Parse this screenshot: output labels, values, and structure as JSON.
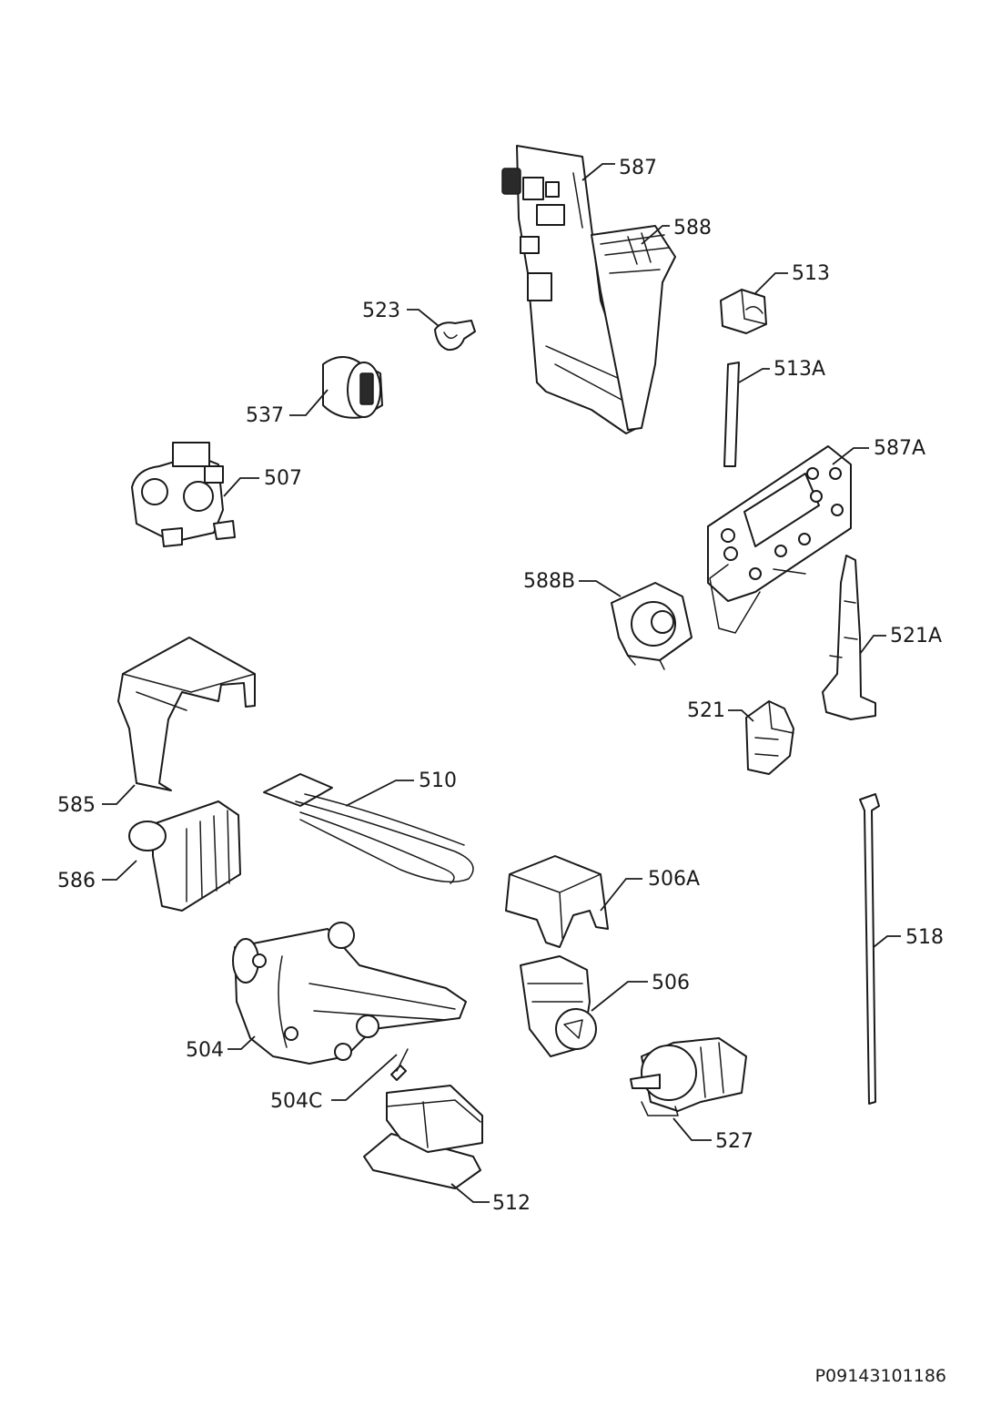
{
  "drawing_code": "P09143101186",
  "callouts": [
    {
      "id": "587",
      "label": "587"
    },
    {
      "id": "588",
      "label": "588"
    },
    {
      "id": "513",
      "label": "513"
    },
    {
      "id": "523",
      "label": "523"
    },
    {
      "id": "513A",
      "label": "513A"
    },
    {
      "id": "537",
      "label": "537"
    },
    {
      "id": "587A",
      "label": "587A"
    },
    {
      "id": "507",
      "label": "507"
    },
    {
      "id": "588B",
      "label": "588B"
    },
    {
      "id": "521A",
      "label": "521A"
    },
    {
      "id": "521",
      "label": "521"
    },
    {
      "id": "510",
      "label": "510"
    },
    {
      "id": "585",
      "label": "585"
    },
    {
      "id": "586",
      "label": "586"
    },
    {
      "id": "506A",
      "label": "506A"
    },
    {
      "id": "518",
      "label": "518"
    },
    {
      "id": "506",
      "label": "506"
    },
    {
      "id": "504",
      "label": "504"
    },
    {
      "id": "504C",
      "label": "504C"
    },
    {
      "id": "527",
      "label": "527"
    },
    {
      "id": "512",
      "label": "512"
    }
  ]
}
